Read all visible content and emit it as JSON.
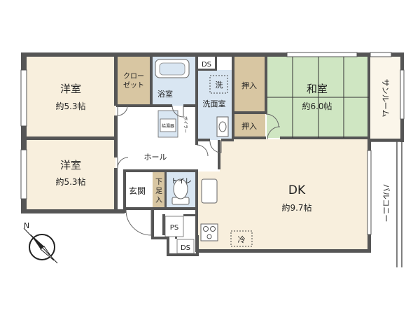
{
  "colors": {
    "western_room": "#f8efdd",
    "japanese_room": "#cfe6c2",
    "storage": "#d8c6a2",
    "wet_area": "#d9e6f2",
    "corridor": "#ffffff",
    "wall": "#555555",
    "sunroom": "#fbf6ea",
    "dk_floor": "#f8efdd"
  },
  "rooms": {
    "western_a": {
      "name": "洋室",
      "size": "約5.3帖"
    },
    "western_b": {
      "name": "洋室",
      "size": "約5.3帖"
    },
    "japanese": {
      "name": "和室",
      "size": "約6.0帖"
    },
    "dk": {
      "name": "DK",
      "size": "約9.7帖"
    },
    "closet": {
      "line1": "クロー",
      "line2": "ゼット"
    },
    "bathroom": {
      "name": "浴室"
    },
    "washroom": {
      "name": "洗面室"
    },
    "washer": {
      "name": "洗"
    },
    "ds_top": {
      "name": "DS"
    },
    "ds_bottom": {
      "name": "DS"
    },
    "ps": {
      "name": "PS"
    },
    "oshiire_top": {
      "name": "押入"
    },
    "oshiire_bottom": {
      "name": "押入"
    },
    "hall": {
      "name": "ホール"
    },
    "entrance": {
      "name": "玄関"
    },
    "shoe_box": {
      "line1": "下",
      "line2": "足",
      "line3": "入"
    },
    "toilet": {
      "name": "トイレ"
    },
    "sunroom": {
      "name": "サンルーム"
    },
    "balcony": {
      "name": "バルコニー"
    },
    "boiler": {
      "name": "ボイラー"
    },
    "water_heater": {
      "name": "給湯器"
    },
    "fridge": {
      "name": "冷"
    }
  },
  "compass": {
    "north_label": "N"
  }
}
